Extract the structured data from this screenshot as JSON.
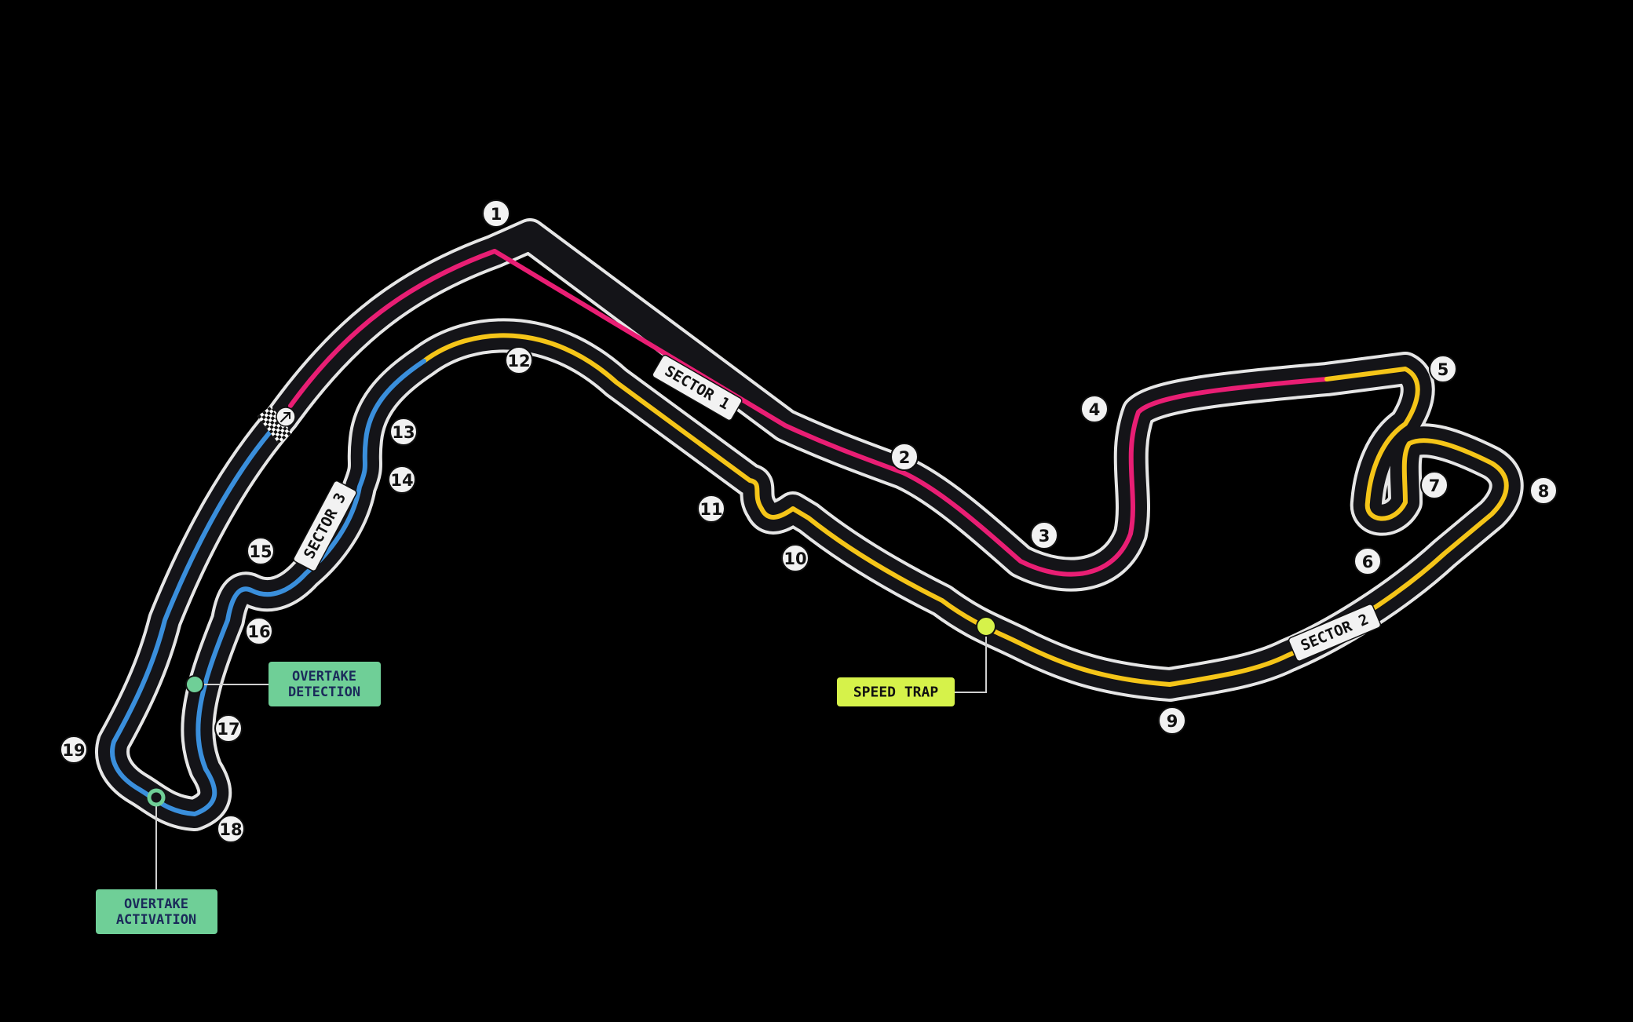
{
  "colors": {
    "background": "#000000",
    "outline": "#e6e6e6",
    "asphalt": "#141418",
    "sector1": "#e91e74",
    "sector2": "#f5c518",
    "sector3": "#3a8fdc",
    "overtake": "#6fcf97",
    "speed_trap": "#d6f24a"
  },
  "corners": [
    "1",
    "2",
    "3",
    "4",
    "5",
    "6",
    "7",
    "8",
    "9",
    "10",
    "11",
    "12",
    "13",
    "14",
    "15",
    "16",
    "17",
    "18",
    "19"
  ],
  "sectors": [
    "SECTOR 1",
    "SECTOR 2",
    "SECTOR 3"
  ],
  "callouts": {
    "overtake_detection": [
      "OVERTAKE",
      "DETECTION"
    ],
    "overtake_activation": [
      "OVERTAKE",
      "ACTIVATION"
    ],
    "speed_trap": "SPEED TRAP"
  },
  "icons": {
    "start_finish": "checkered-flag-icon",
    "direction": "arrow-icon"
  }
}
